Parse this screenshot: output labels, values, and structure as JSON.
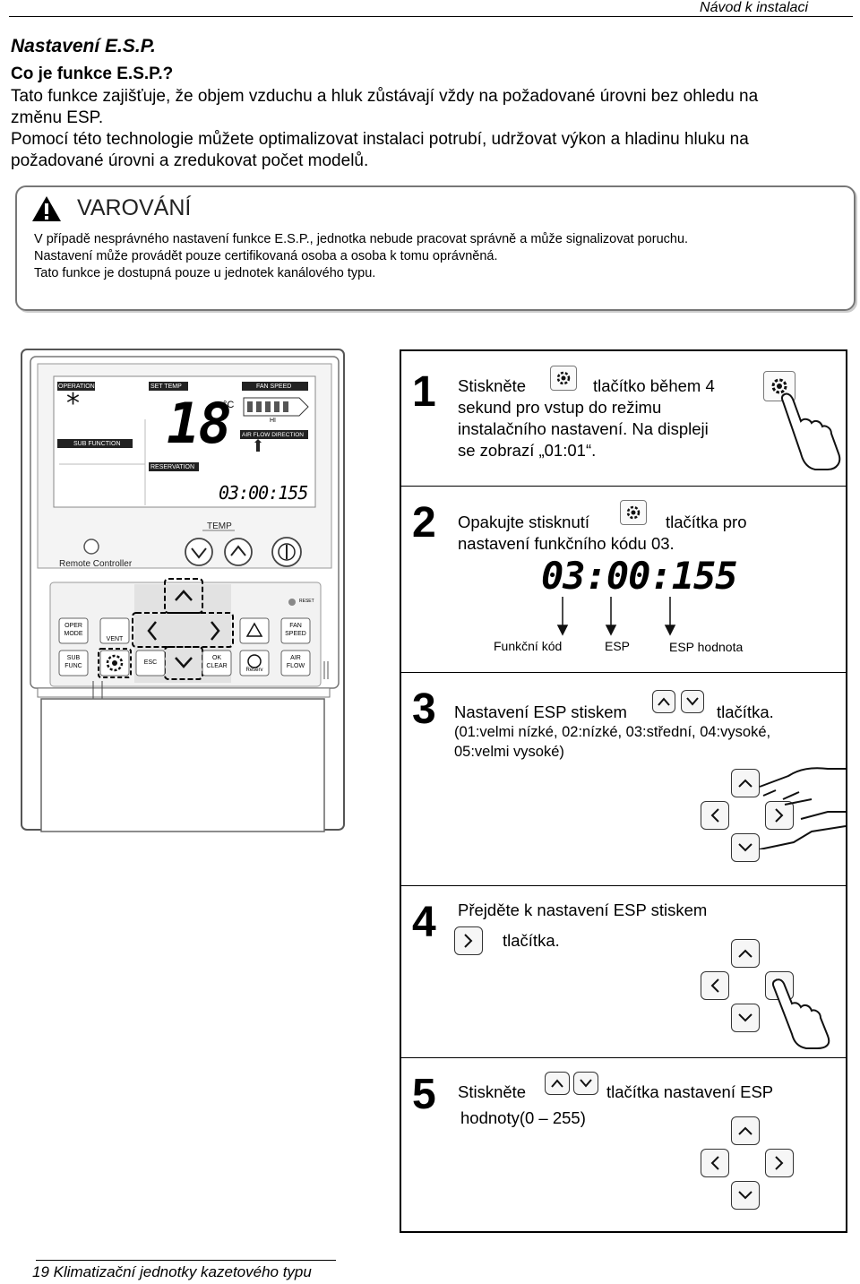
{
  "header": {
    "right_title": "Návod k instalaci"
  },
  "section": {
    "title": "Nastavení E.S.P.",
    "question": "Co je funkce E.S.P.?",
    "intro": [
      "Tato funkce zajišťuje, že objem vzduchu a hluk zůstávají vždy na požadované úrovni bez ohledu na",
      "změnu ESP.",
      "Pomocí této technologie můžete optimalizovat instalaci potrubí, udržovat výkon a hladinu hluku na",
      "požadované úrovni a zredukovat počet modelů."
    ]
  },
  "warning": {
    "title": "VAROVÁNÍ",
    "lines": [
      "V případě nesprávného nastavení funkce E.S.P., jednotka nebude pracovat správně a může signalizovat poruchu.",
      "Nastavení může provádět pouze certifikovaná osoba a osoba k tomu oprávněná.",
      "Tato funkce je dostupná pouze u jednotek kanálového typu."
    ]
  },
  "remote": {
    "lcd": {
      "operation": "OPERATION",
      "set_temp": "SET TEMP",
      "fan_speed": "FAN SPEED",
      "sub_function": "SUB FUNCTION",
      "air_flow_direction": "AIR FLOW DIRECTION",
      "reservation": "RESERVATION",
      "temp_value": "18",
      "temp_unit": "°C",
      "fan_hi": "HI",
      "code_display": "03:00:155"
    },
    "temp_label": "TEMP",
    "brand_label": "Remote Controller",
    "reset_label": "RESET",
    "buttons": {
      "oper_mode": [
        "OPER",
        "MODE"
      ],
      "vent": "VENT",
      "fan_speed": [
        "FAN",
        "SPEED"
      ],
      "sub_func": [
        "SUB",
        "FUNC"
      ],
      "esc": "ESC",
      "ok_clear": [
        "OK",
        "CLEAR"
      ],
      "reserv": "Reserv",
      "air_flow": [
        "AIR",
        "FLOW"
      ]
    }
  },
  "steps": [
    {
      "num": "1",
      "lines_a": "Stiskněte",
      "lines_b": "tlačítko  během 4",
      "rest": [
        "sekund pro vstup do režimu",
        "instalačního nastavení. Na displeji",
        "se zobrazí „01:01“."
      ]
    },
    {
      "num": "2",
      "line_a": "Opakujte stisknutí",
      "line_b": "tlačítka pro",
      "rest": [
        "nastavení funkčního kódu 03."
      ],
      "display": "03:00:155",
      "labels": [
        "Funkční kód",
        "ESP",
        "ESP hodnota"
      ]
    },
    {
      "num": "3",
      "line_a": "Nastavení ESP stiskem",
      "line_b": "tlačítka.",
      "rest": [
        "(01:velmi nízké, 02:nízké, 03:střední, 04:vysoké,",
        "05:velmi vysoké)"
      ]
    },
    {
      "num": "4",
      "line_a": "Přejděte k nastavení ESP stiskem",
      "line_b": "tlačítka."
    },
    {
      "num": "5",
      "line_a": "Stiskněte",
      "line_b": "tlačítka nastavení ESP",
      "rest": [
        "hodnoty(0 – 255)"
      ]
    }
  ],
  "footer": {
    "text": "19 Klimatizační jednotky kazetového typu"
  }
}
